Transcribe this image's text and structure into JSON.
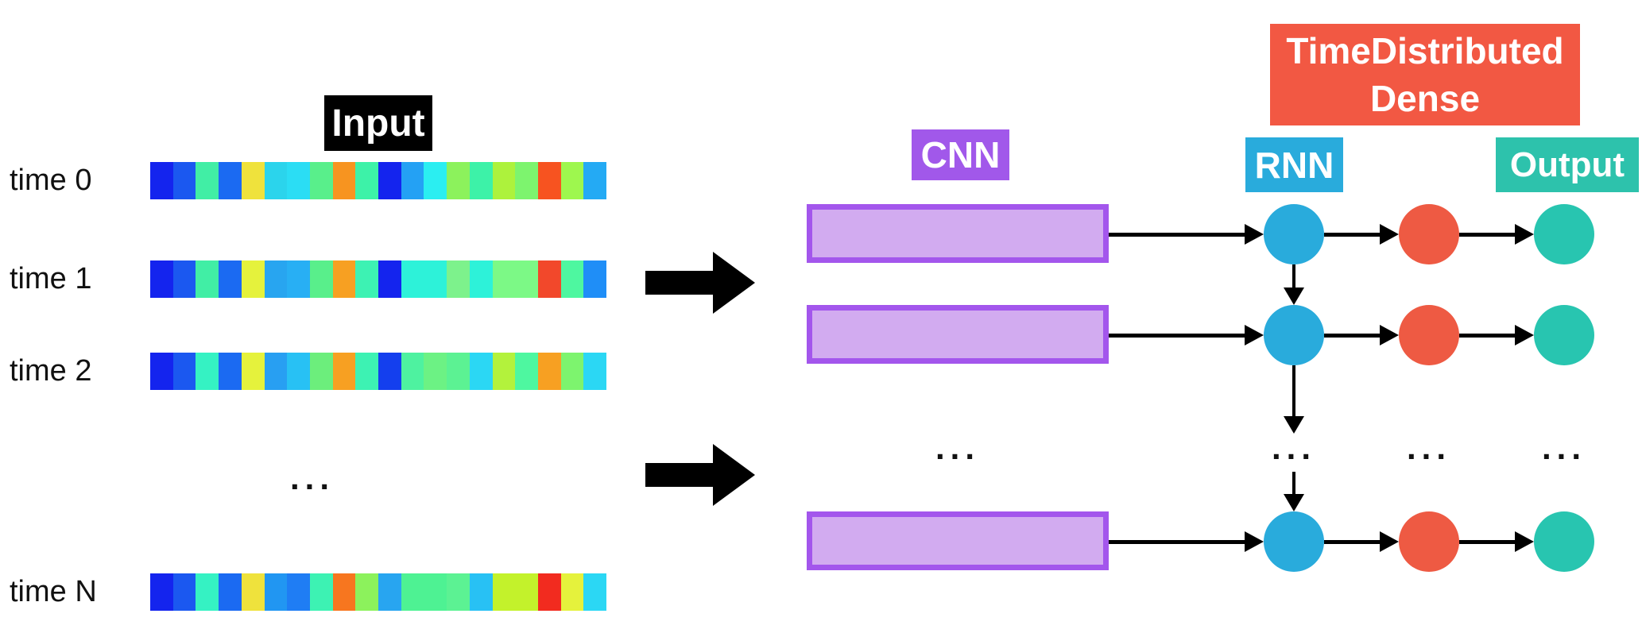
{
  "input": {
    "label": "Input",
    "time_labels": [
      "time 0",
      "time 1",
      "time 2",
      "time N"
    ],
    "ellipsis": "...",
    "strips": [
      [
        "#1424ee",
        "#1b58f0",
        "#41eea5",
        "#1b6af2",
        "#efe23c",
        "#2bd4ec",
        "#2bddf4",
        "#59ef8b",
        "#f79420",
        "#3df2a8",
        "#1424ee",
        "#24a1f4",
        "#2beef1",
        "#8cf25c",
        "#3df2a8",
        "#adf23c",
        "#7df46e",
        "#f75320",
        "#9ef74e",
        "#24aaf4"
      ],
      [
        "#1424ee",
        "#1b58f0",
        "#41eea5",
        "#1b6af2",
        "#e5f23c",
        "#28a5f0",
        "#28aff4",
        "#59ef8b",
        "#f7a022",
        "#3df2b3",
        "#1424ee",
        "#2df2d9",
        "#2df2d9",
        "#7df28c",
        "#2df2d9",
        "#7cf986",
        "#7cf986",
        "#f2482b",
        "#4ef7a0",
        "#1f8ef7"
      ],
      [
        "#1424ee",
        "#1b58f0",
        "#35f2c3",
        "#1b6af2",
        "#e5f23c",
        "#289ff2",
        "#28c1f4",
        "#6cee7c",
        "#f7a022",
        "#3df2b3",
        "#143fee",
        "#4ef2a0",
        "#6cf284",
        "#5cf293",
        "#2bd7f4",
        "#b3f23c",
        "#4ef7a0",
        "#f7a022",
        "#7df46e",
        "#2bd7f4"
      ],
      [
        "#1424ee",
        "#1b58f0",
        "#35f2c3",
        "#1b6af2",
        "#efe23c",
        "#2196f2",
        "#1f7df4",
        "#3df2b3",
        "#f7761f",
        "#8cf25c",
        "#28a5f0",
        "#4ef293",
        "#4ef293",
        "#5cf293",
        "#28c1f4",
        "#c3f22b",
        "#c3f22b",
        "#f22b1f",
        "#e5f23c",
        "#2bd7f4"
      ]
    ]
  },
  "network": {
    "cnn_label": "CNN",
    "rnn_label": "RNN",
    "dense_label_line1": "TimeDistributed",
    "dense_label_line2": "Dense",
    "output_label": "Output",
    "ellipsis": "..."
  },
  "colors": {
    "input_label_bg": "#000000",
    "cnn_label_bg": "#a158ea",
    "cnn_box_fill": "#d2abf0",
    "cnn_box_border": "#a356ec",
    "rnn_color": "#29abdc",
    "dense_label_bg": "#f25843",
    "dense_node_color": "#ee5a43",
    "output_color": "#2dc2ac",
    "output_node_color": "#28c5b0",
    "arrow_color": "#000000",
    "text_color": "#111111"
  }
}
